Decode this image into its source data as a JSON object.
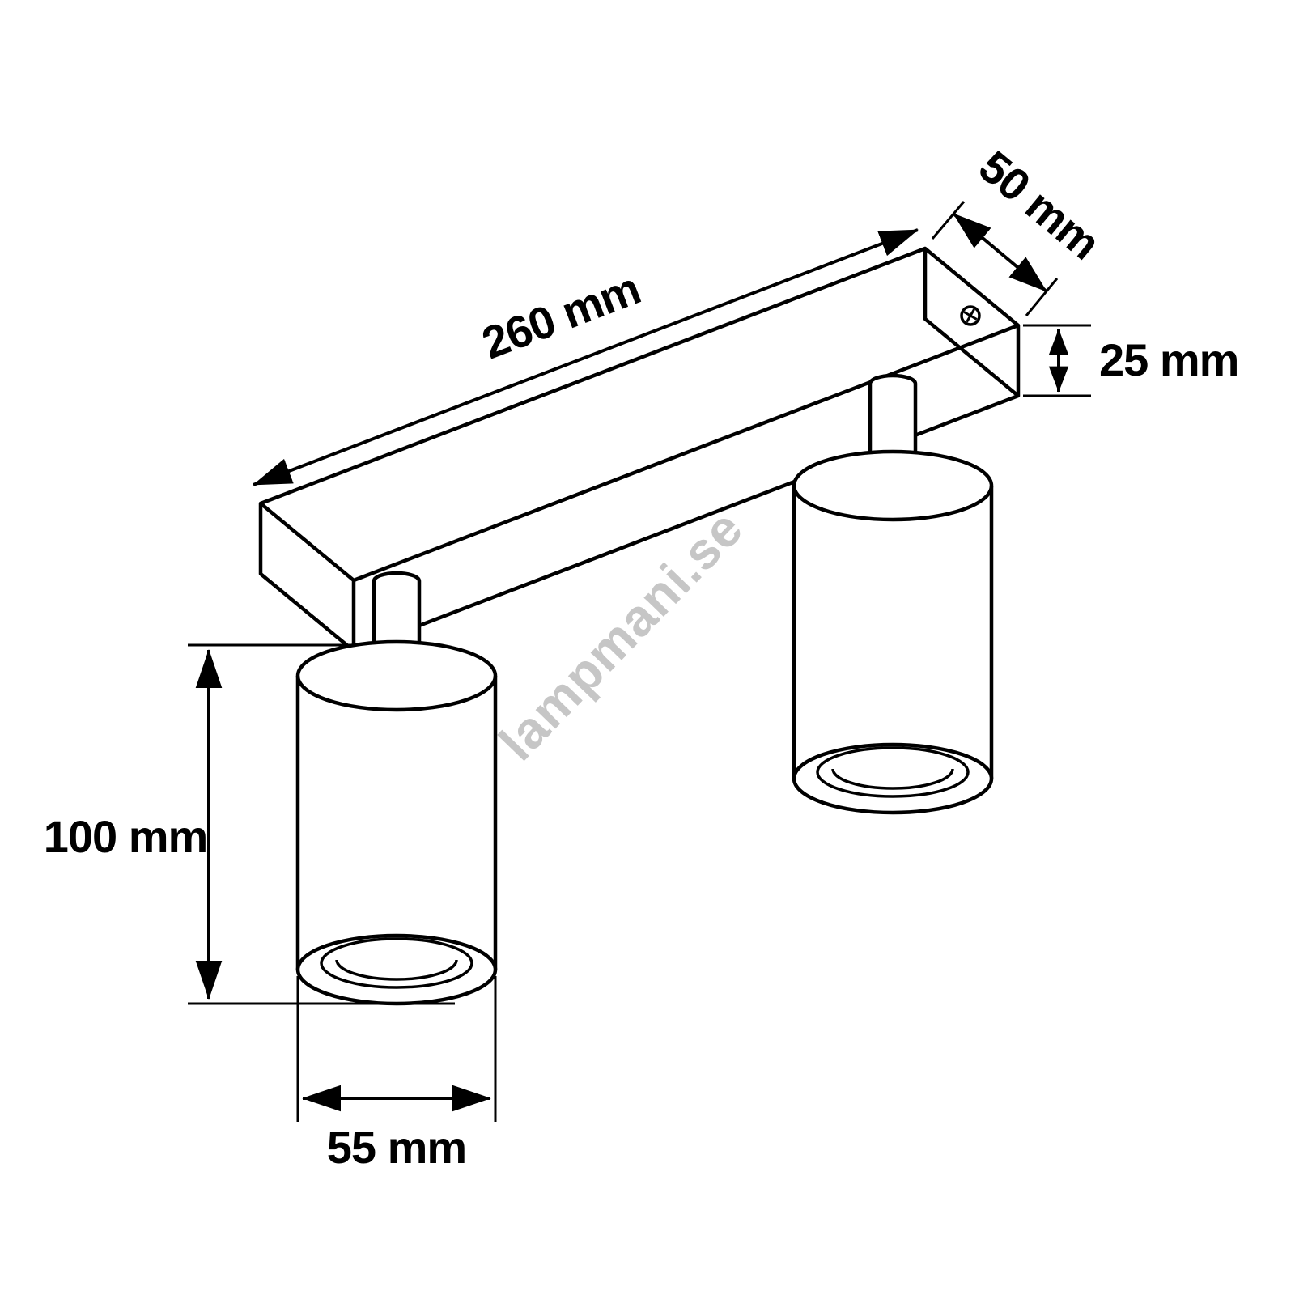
{
  "drawing": {
    "type": "technical-dimension-diagram",
    "subject": "two-spot ceiling light fixture",
    "dimensions": {
      "bar_length": "260 mm",
      "bar_depth": "50 mm",
      "bar_height": "25 mm",
      "spot_height": "100 mm",
      "spot_diameter": "55 mm"
    }
  },
  "watermark": {
    "text": "lampmani.se"
  },
  "colors": {
    "line": "#000000",
    "background": "#ffffff",
    "watermark": "#c6c6c6"
  }
}
